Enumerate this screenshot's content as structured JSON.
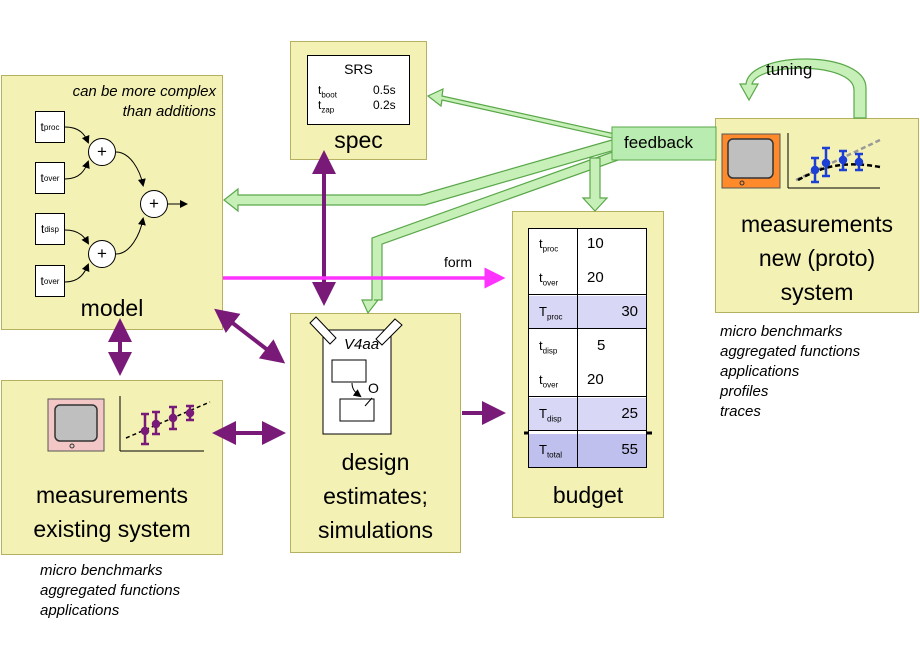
{
  "model": {
    "title": "model",
    "note_line1": "can be more complex",
    "note_line2": "than additions",
    "inputs": [
      {
        "t": "t",
        "sub": "proc"
      },
      {
        "t": "t",
        "sub": "over"
      },
      {
        "t": "t",
        "sub": "disp"
      },
      {
        "t": "t",
        "sub": "over"
      }
    ],
    "plus": "+"
  },
  "spec": {
    "title": "spec",
    "srs_title": "SRS",
    "rows": [
      {
        "t": "t",
        "sub": "boot",
        "value": "0.5s"
      },
      {
        "t": "t",
        "sub": "zap",
        "value": "0.2s"
      }
    ]
  },
  "feedback_label": "feedback",
  "tuning_label": "tuning",
  "form_label": "form",
  "proto": {
    "title_line1": "measurements",
    "title_line2": "new (proto)",
    "title_line3": "system",
    "notes": [
      "micro benchmarks",
      "aggregated functions",
      "applications",
      "profiles",
      "traces"
    ]
  },
  "existing": {
    "title_line1": "measurements",
    "title_line2": "existing system",
    "notes": [
      "micro benchmarks",
      "aggregated functions",
      "applications"
    ]
  },
  "design": {
    "title_line1": "design",
    "title_line2": "estimates;",
    "title_line3": "simulations",
    "sketch_label": "V4aa"
  },
  "budget": {
    "title": "budget",
    "rows": [
      {
        "t": "t",
        "sub": "proc",
        "value": "10"
      },
      {
        "t": "t",
        "sub": "over",
        "value": "20"
      },
      {
        "t": "T",
        "sub": "proc",
        "value": "30"
      },
      {
        "t": "t",
        "sub": "disp",
        "value": "5"
      },
      {
        "t": "t",
        "sub": "over",
        "value": "20"
      },
      {
        "t": "T",
        "sub": "disp",
        "value": "25"
      },
      {
        "t": "T",
        "sub": "total",
        "value": "55"
      }
    ]
  },
  "colors": {
    "box_fill": "#f3f1b4",
    "green_arrow": "#c7f0b8",
    "purple_arrow": "#7a1a78",
    "magenta_arrow": "#ff33ff",
    "budget_sum_row": "#d8d8f6",
    "budget_total_row": "#c0c0ee"
  },
  "icons": [
    "monitor-icon",
    "measurement-plot-icon",
    "sketch-icon"
  ]
}
